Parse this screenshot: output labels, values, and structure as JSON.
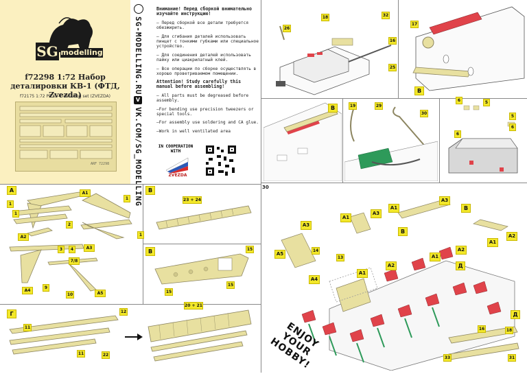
{
  "cover": {
    "brand_initials": "SG",
    "brand_word": "modelling",
    "product_title": "f72298 1:72 Набор деталировки КВ-1 (ФТД, Zvezda)",
    "product_subtitle": "f72175 1:72 PE KV-1 detailing set (ZVEZDA)",
    "fret_code": "ARF 72298"
  },
  "links": {
    "site": "SG-MODELLING.RU",
    "vk": "VK.COM/SG_MODELLING"
  },
  "notes_ru": {
    "heading": "Внимание! Перед сборкой внимательно изучайте инструкцию!",
    "items": [
      "– Перед сборкой все детали требуется обезжирить.",
      "– Для сгибания деталей использовать пинцет с тонкими губками или специальное устройство.",
      "– Для соединения деталей использовать пайку или циакрилатный клей.",
      "– Все операции по сборке осуществлять в хорошо проветриваемом помещении."
    ]
  },
  "notes_en": {
    "heading": "Attention! Study carefully this manual before assembling!",
    "items": [
      "– All parts must be degreased before assembly.",
      "–For bending use precision tweezers or special tools.",
      "–For assembly use soldering and CA glue.",
      "–Work in well ventilated area"
    ]
  },
  "cooperation": {
    "label": "IN COOPERATION WITH",
    "partner": "ZVEZDA"
  },
  "labels": {
    "A": "A",
    "B": "B",
    "V": "В",
    "G": "Г",
    "D": "Д",
    "A1": "A1",
    "A2": "A2",
    "A3": "A3",
    "A4": "A4",
    "A5": "A5",
    "n1": "1",
    "n2": "2",
    "n3": "3",
    "n4": "4",
    "n5": "5",
    "n6": "6",
    "n7_8": "7/8",
    "n9": "9",
    "n10": "10",
    "n11": "11",
    "n12": "12",
    "n13": "13",
    "n14": "14",
    "n15": "15",
    "n16": "16",
    "n17": "17",
    "n18": "18",
    "n19": "19",
    "n20_21": "20 + 21",
    "n22": "22",
    "n23_24": "23 + 24",
    "n25": "25",
    "n26": "26",
    "n29": "29",
    "n30": "30",
    "n31": "31",
    "n32": "32",
    "n33": "33"
  },
  "footer": {
    "enjoy": "ENJOY YOUR HOBBY!"
  },
  "colors": {
    "brass": "#e8e0a0",
    "brass_dark": "#b9b27a",
    "label_yellow": "#f3e82a",
    "red": "#e0434a",
    "green": "#2e9a5a"
  }
}
